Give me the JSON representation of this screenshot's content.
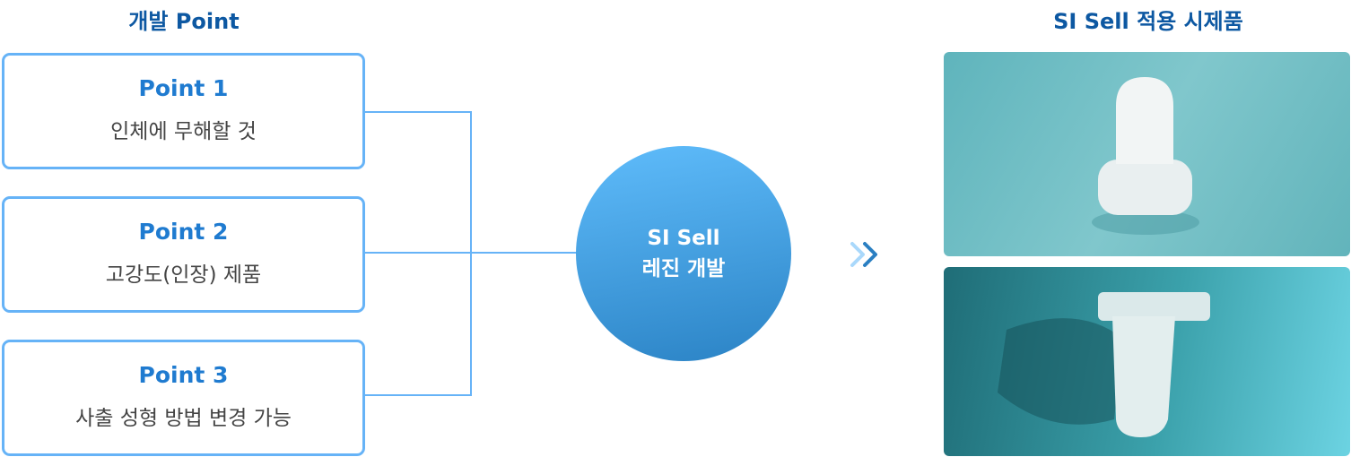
{
  "left_heading": "개발 Point",
  "right_heading": "SI Sell 적용 시제품",
  "points": [
    {
      "title": "Point 1",
      "desc": "인체에 무해할 것"
    },
    {
      "title": "Point 2",
      "desc": "고강도(인장) 제품"
    },
    {
      "title": "Point 3",
      "desc": "사출 성형 방법 변경 가능"
    }
  ],
  "center": {
    "line1": "SI Sell",
    "line2": "레진 개발"
  },
  "colors": {
    "heading": "#0d58a2",
    "point_title": "#1f7bd0",
    "border": "#66b3f7"
  }
}
